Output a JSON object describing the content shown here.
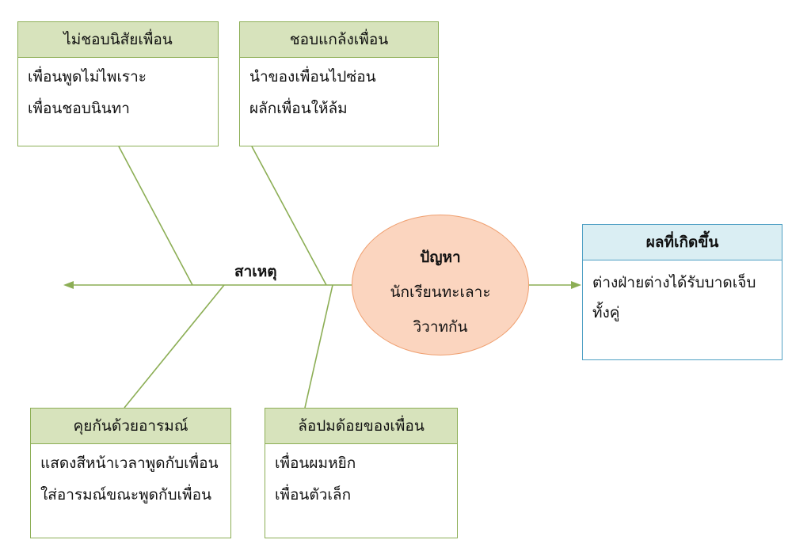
{
  "diagram": {
    "causes_label": "สาเหตุ",
    "problem": {
      "title": "ปัญหา",
      "lines": [
        "นักเรียนทะเลาะ",
        "วิวาทกัน"
      ]
    },
    "result": {
      "title": "ผลที่เกิดขึ้น",
      "lines": [
        "ต่างฝ่ายต่างได้รับบาดเจ็บ",
        "ทั้งคู่"
      ]
    },
    "causes": [
      {
        "title": "ไม่ชอบนิสัยเพื่อน",
        "items": [
          "เพื่อนพูดไม่ไพเราะ",
          "เพื่อนชอบนินทา"
        ]
      },
      {
        "title": "ชอบแกล้งเพื่อน",
        "items": [
          "นำของเพื่อนไปซ่อน",
          "ผลักเพื่อนให้ล้ม"
        ]
      },
      {
        "title": "คุยกันด้วยอารมณ์",
        "items": [
          "แสดงสีหน้าเวลาพูดกับเพื่อน",
          "ใส่อารมณ์ขณะพูดกับเพื่อน"
        ]
      },
      {
        "title": "ล้อปมด้อยของเพื่อน",
        "items": [
          "เพื่อนผมหยิก",
          "เพื่อนตัวเล็ก"
        ]
      }
    ],
    "colors": {
      "cause_border": "#8cae55",
      "cause_header": "#d7e3bc",
      "line_green": "#8cae55",
      "problem_fill": "#fbd5bf",
      "problem_border": "#ef9f6f",
      "result_border": "#4fa0c4",
      "result_header": "#daeef3"
    }
  }
}
